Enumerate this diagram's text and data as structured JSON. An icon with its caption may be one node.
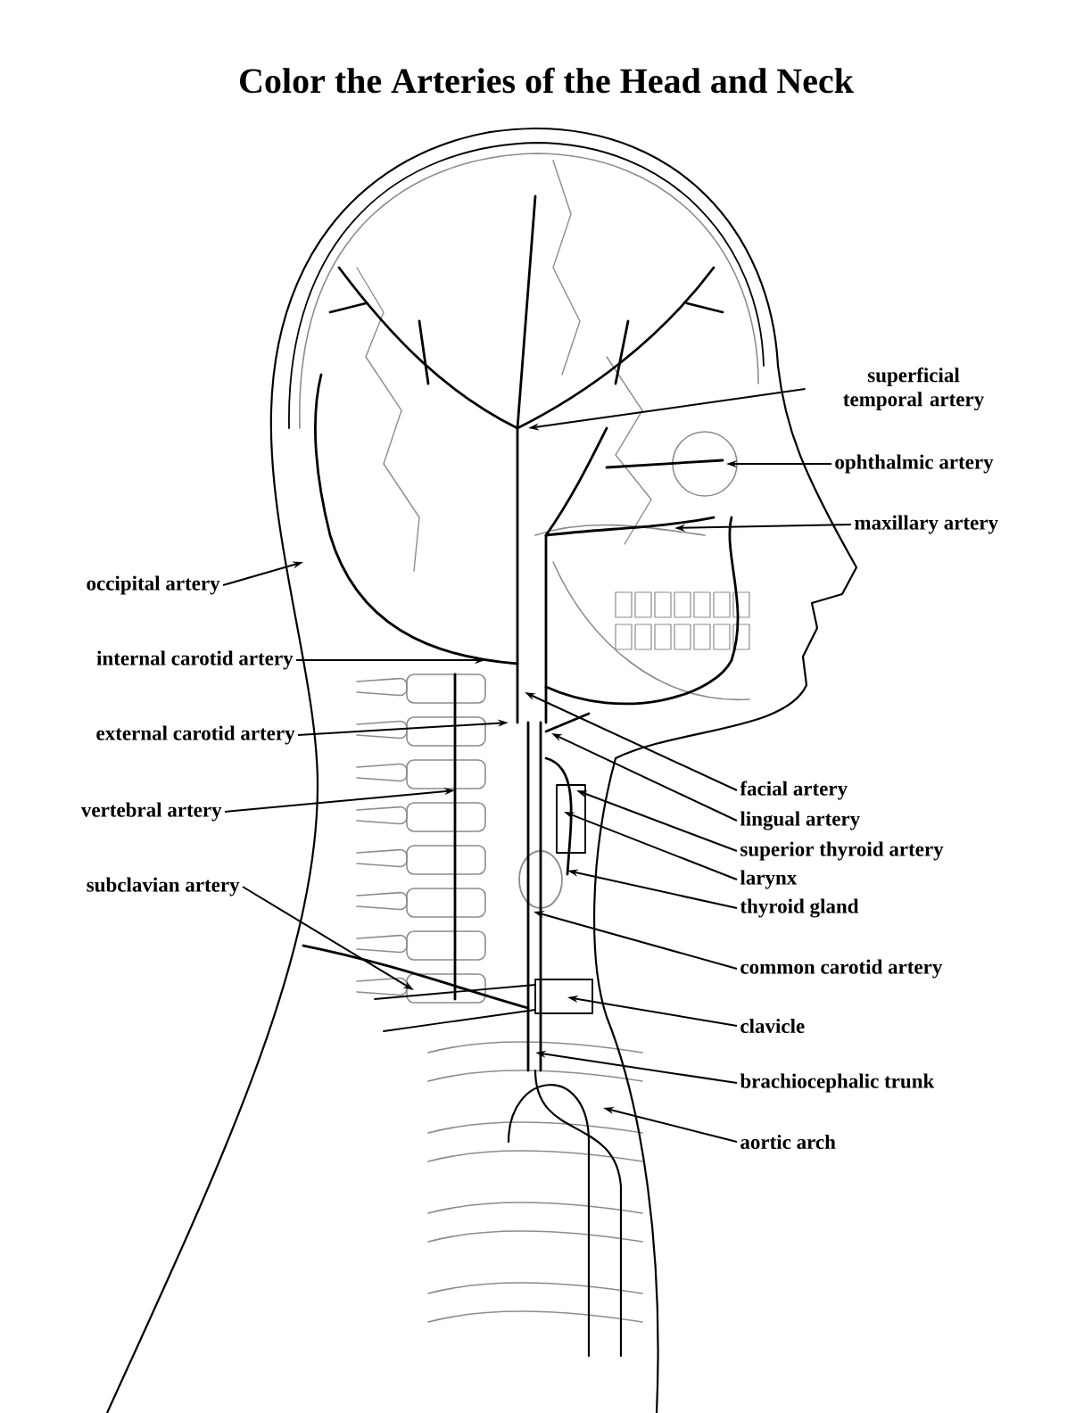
{
  "diagram": {
    "title": "Color the Arteries of the Head and Neck",
    "nodes": [
      {
        "text": [
          "superficial temporal artery"
        ]
      },
      {
        "text": [
          "ophthalmic artery"
        ]
      },
      {
        "text": [
          "maxillary artery"
        ]
      },
      {
        "text": [
          "occipital artery"
        ]
      },
      {
        "text": [
          "internal carotid artery"
        ]
      },
      {
        "text": [
          "external carotid artery"
        ]
      },
      {
        "text": [
          "facial artery"
        ]
      },
      {
        "text": [
          "vertebral artery"
        ]
      },
      {
        "text": [
          "lingual artery"
        ]
      },
      {
        "text": [
          "superior thyroid artery"
        ]
      },
      {
        "text": [
          "larynx"
        ]
      },
      {
        "text": [
          "subclavian artery"
        ]
      },
      {
        "text": [
          "thyroid gland"
        ]
      },
      {
        "text": [
          "common carotid artery"
        ]
      },
      {
        "text": [
          "clavicle"
        ]
      },
      {
        "text": [
          "brachiocephalic trunk"
        ]
      },
      {
        "text": [
          "aortic arch"
        ]
      }
    ],
    "edges": [
      {
        "from": 0,
        "to": null,
        "arrow": "to"
      },
      {
        "from": 1,
        "to": null,
        "arrow": "to"
      },
      {
        "from": 2,
        "to": null,
        "arrow": "to"
      },
      {
        "from": 3,
        "to": null,
        "arrow": "to"
      },
      {
        "from": 4,
        "to": null,
        "arrow": "to"
      },
      {
        "from": 5,
        "to": null,
        "arrow": "to"
      },
      {
        "from": 6,
        "to": null,
        "arrow": "to"
      },
      {
        "from": 7,
        "to": null,
        "arrow": "to"
      },
      {
        "from": 8,
        "to": null,
        "arrow": "to"
      },
      {
        "from": 9,
        "to": null,
        "arrow": "to"
      },
      {
        "from": 10,
        "to": null,
        "arrow": "to"
      },
      {
        "from": 11,
        "to": null,
        "arrow": "to"
      },
      {
        "from": 12,
        "to": null,
        "arrow": "to"
      },
      {
        "from": 13,
        "to": null,
        "arrow": "to"
      },
      {
        "from": 14,
        "to": null,
        "arrow": "to"
      },
      {
        "from": 15,
        "to": null,
        "arrow": "to"
      },
      {
        "from": 16,
        "to": null,
        "arrow": "to"
      }
    ]
  }
}
